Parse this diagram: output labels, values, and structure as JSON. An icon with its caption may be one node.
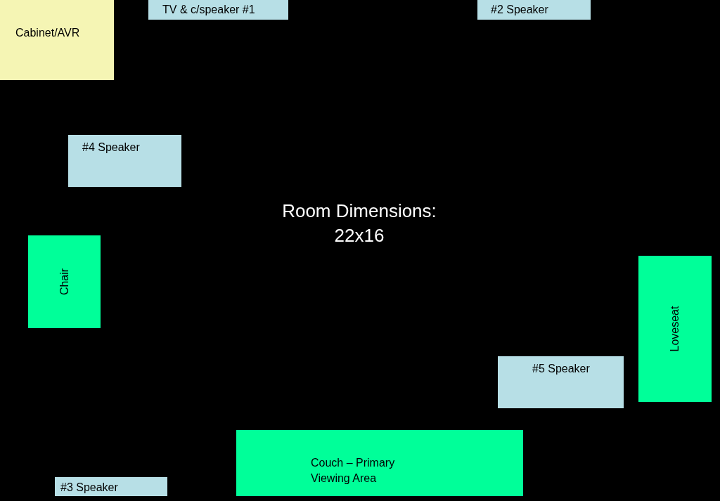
{
  "diagram": {
    "nodes": [
      {
        "text": [
          "Cabinet/AVR"
        ]
      },
      {
        "text": [
          "TV & c/speaker #1"
        ]
      },
      {
        "text": [
          "#2 Speaker"
        ]
      },
      {
        "text": [
          "#4 Speaker"
        ]
      },
      {
        "text": [
          "Chair"
        ]
      },
      {
        "text": [
          "Loveseat"
        ]
      },
      {
        "text": [
          "#5 Speaker"
        ]
      },
      {
        "text": [
          "Couch – Primary Viewing Area"
        ]
      },
      {
        "text": [
          "#3 Speaker"
        ]
      }
    ],
    "labels": [
      "Room Dimensions: 22x16"
    ]
  }
}
